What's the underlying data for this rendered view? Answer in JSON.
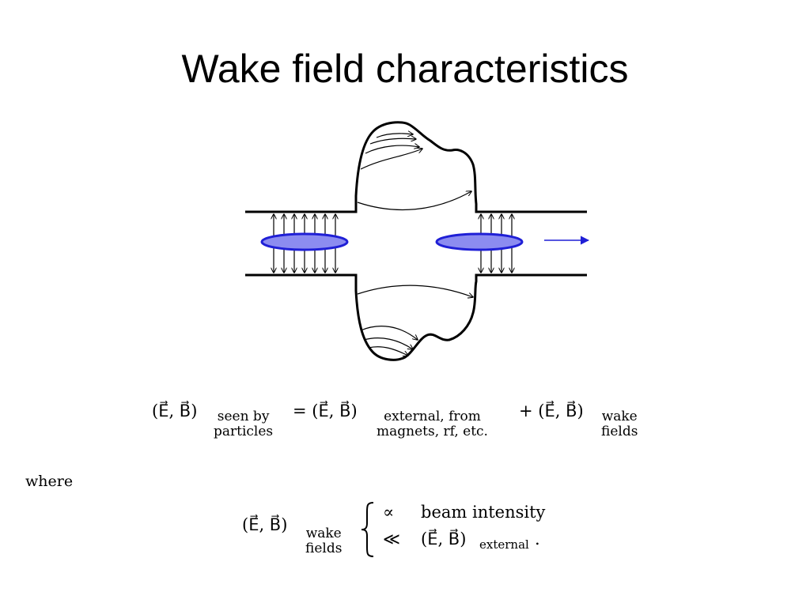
{
  "slide": {
    "title": "Wake field characteristics"
  },
  "equation": {
    "eb_term": "(E⃗, B⃗)",
    "seen_by_line1": "seen by",
    "seen_by_line2": "particles",
    "equals_term": "= (E⃗, B⃗)",
    "external_line1": "external, from",
    "external_line2": "magnets, rf, etc.",
    "plus_term": "+ (E⃗, B⃗)",
    "wake_line1": "wake",
    "wake_line2": "fields"
  },
  "where_label": "where",
  "wake_def": {
    "eb_term": "(E⃗, B⃗)",
    "wake_line1": "wake",
    "wake_line2": "fields",
    "case1_symbol": "∝",
    "case1_text": "beam intensity",
    "case2_symbol": "≪",
    "case2_eb": "(E⃗, B⃗)",
    "case2_sub": "external",
    "case2_end": "."
  },
  "colors": {
    "bunch_fill": "#8c8cf0",
    "bunch_stroke": "#1f1fd6",
    "beam_arrow": "#1f1fd6",
    "lines": "#000000"
  }
}
